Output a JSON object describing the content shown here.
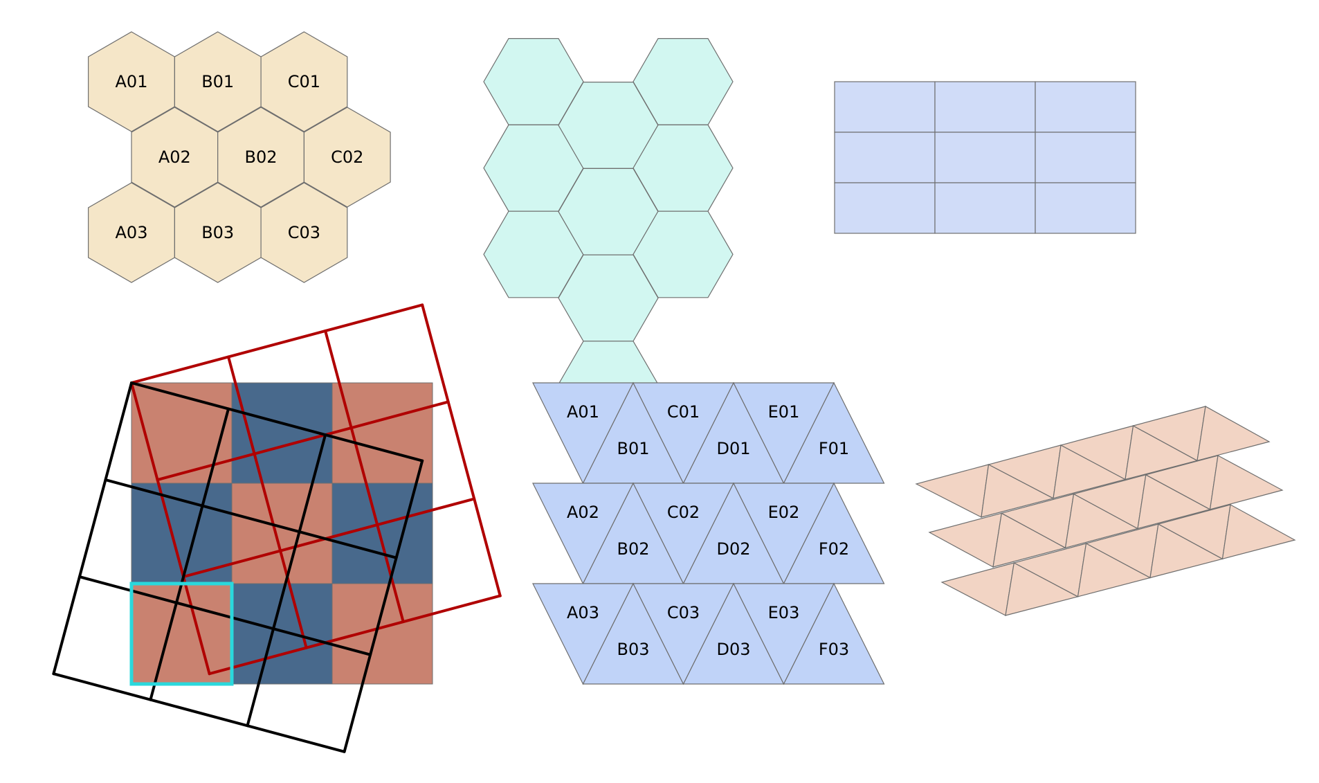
{
  "colors": {
    "hex_fill": "#f5e6c8",
    "hex_cyan_fill": "#d2f7f1",
    "rect_fill": "#d0dcf8",
    "tri_fill": "#c0d3f8",
    "par_fill": "#f2d4c4",
    "checker_red": "#c98270",
    "checker_blue": "#48698c",
    "grid_red": "#b00000",
    "grid_black": "#000000",
    "highlight": "#2ad8dc",
    "outline": "#6e6e6e"
  },
  "hex_grid": {
    "labels": [
      [
        "A01",
        "B01",
        "C01"
      ],
      [
        "A02",
        "B02",
        "C02"
      ],
      [
        "A03",
        "B03",
        "C03"
      ]
    ]
  },
  "triangle_grid": {
    "labels": [
      [
        "A01",
        "B01",
        "C01",
        "D01",
        "E01",
        "F01"
      ],
      [
        "A02",
        "B02",
        "C02",
        "D02",
        "E02",
        "F02"
      ],
      [
        "A03",
        "B03",
        "C03",
        "D03",
        "E03",
        "F03"
      ]
    ]
  }
}
